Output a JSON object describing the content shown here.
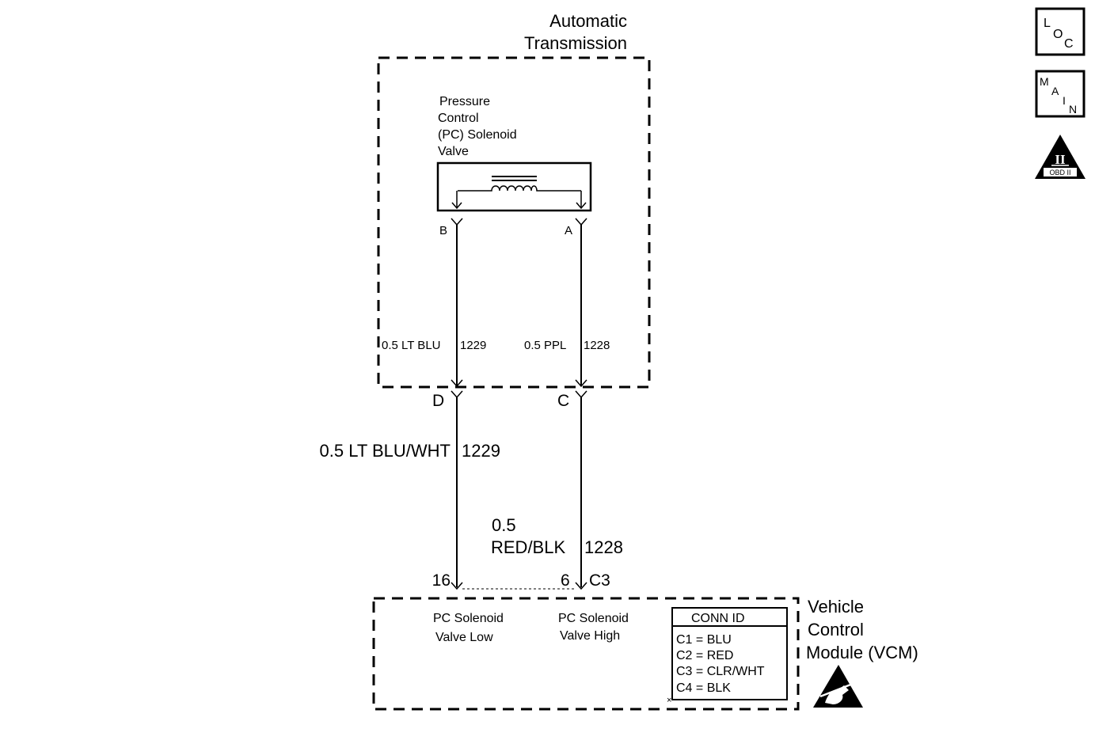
{
  "trans_box": {
    "title_line1": "Automatic",
    "title_line2": "Transmission"
  },
  "solenoid": {
    "label_lines": [
      "Pressure",
      "Control",
      "(PC) Solenoid",
      "Valve"
    ],
    "pin_b": "B",
    "pin_a": "A"
  },
  "internal_wires": {
    "left": {
      "gauge_color": "0.5 LT BLU",
      "circuit": "1229"
    },
    "right": {
      "gauge_color": "0.5 PPL",
      "circuit": "1228"
    }
  },
  "harness_connector": {
    "pin_left": "D",
    "pin_right": "C"
  },
  "external_wires": {
    "left": {
      "gauge_color": "0.5 LT BLU/WHT",
      "circuit": "1229"
    },
    "right": {
      "gauge": "0.5",
      "color": "RED/BLK",
      "circuit": "1228"
    }
  },
  "vcm_connector": {
    "pin_left": "16",
    "pin_right": "6",
    "connector": "C3"
  },
  "vcm": {
    "title_lines": [
      "Vehicle",
      "Control",
      "Module (VCM)"
    ],
    "input_low": [
      "PC Solenoid",
      "Valve Low"
    ],
    "input_high": [
      "PC Solenoid",
      "Valve High"
    ]
  },
  "conn_id": {
    "header": "CONN ID",
    "rows": [
      "C1 = BLU",
      "C2 = RED",
      "C3 = CLR/WHT",
      "C4 = BLK"
    ]
  },
  "nav": {
    "loc": [
      "L",
      "O",
      "C"
    ],
    "main": [
      "M",
      "A",
      "I",
      "N"
    ],
    "obd_numeral": "II",
    "obd_label": "OBD II"
  },
  "esd_icon": "esd-sensitive-icon"
}
